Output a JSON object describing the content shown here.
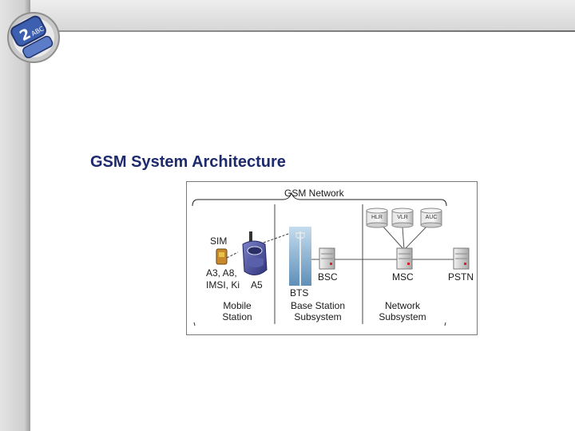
{
  "slide": {
    "title": "GSM System Architecture"
  },
  "logo": {
    "keypad_digit": "2",
    "keypad_letters": "ABC"
  },
  "diagram": {
    "network_label": "GSM Network",
    "sim_label": "SIM",
    "algorithms_label": "A3, A8,",
    "identifiers_label": "IMSI, Ki",
    "a5_label": "A5",
    "bts_label": "BTS",
    "bsc_label": "BSC",
    "msc_label": "MSC",
    "pstn_label": "PSTN",
    "databases": [
      "HLR",
      "VLR",
      "AUC"
    ],
    "sections": [
      {
        "line1": "Mobile",
        "line2": "Station"
      },
      {
        "line1": "Base Station",
        "line2": "Subsystem"
      },
      {
        "line1": "Network",
        "line2": "Subsystem"
      }
    ]
  },
  "colors": {
    "title": "#1e2a6e",
    "phone": "#4a4f9a",
    "sky_top": "#b7d3e8",
    "sky_bottom": "#5f8fb8"
  }
}
